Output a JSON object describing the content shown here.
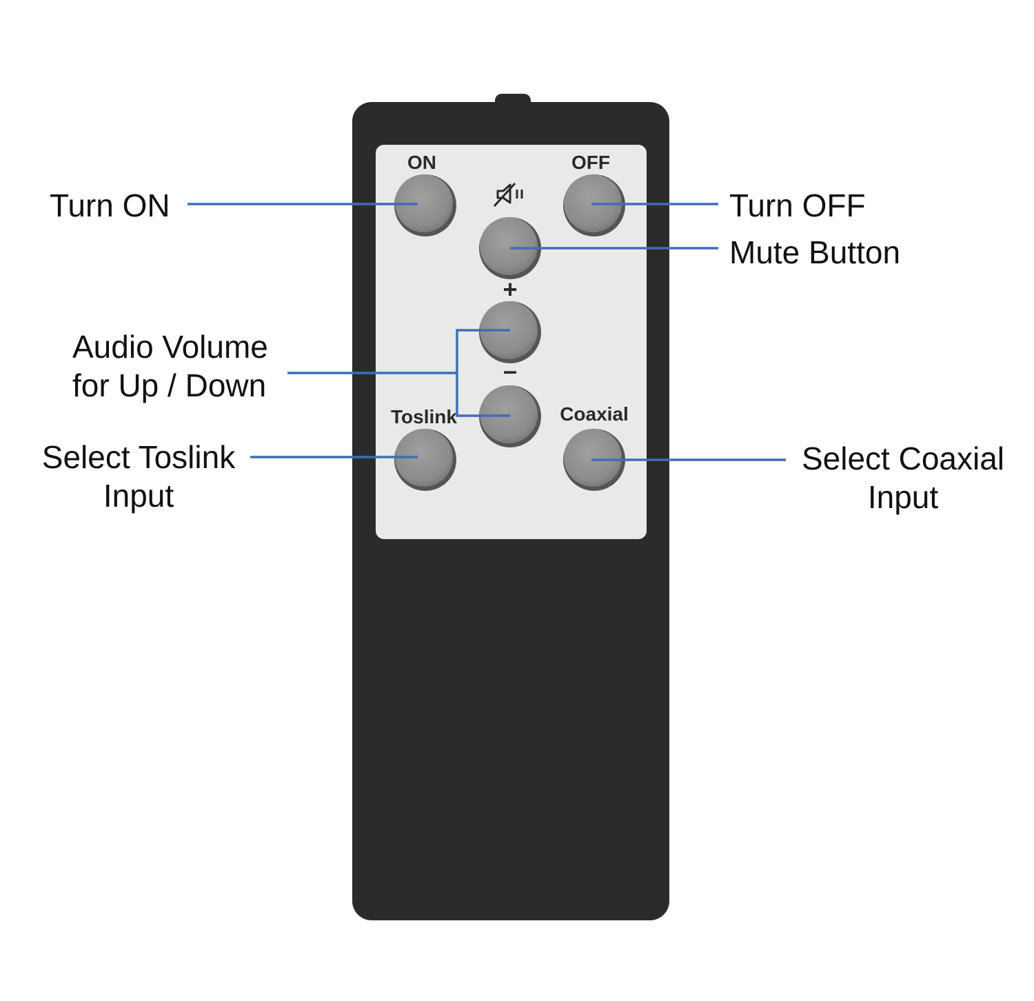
{
  "callouts": {
    "turn_on": "Turn ON",
    "turn_off": "Turn OFF",
    "mute": "Mute Button",
    "volume_line1": "Audio Volume",
    "volume_line2": "for Up / Down",
    "toslink_line1": "Select Toslink",
    "toslink_line2": "Input",
    "coaxial_line1": "Select Coaxial",
    "coaxial_line2": "Input"
  },
  "remote": {
    "buttons": {
      "on_label": "ON",
      "off_label": "OFF",
      "plus_symbol": "+",
      "minus_symbol": "–",
      "toslink_label": "Toslink",
      "coaxial_label": "Coaxial"
    },
    "mute_icon": "speaker-mute-icon"
  },
  "colors": {
    "leader_line": "#3d6fb6",
    "remote_body": "#2b2b2b",
    "faceplate": "#e9e9e9",
    "button_fill": "#8f8f8f"
  }
}
